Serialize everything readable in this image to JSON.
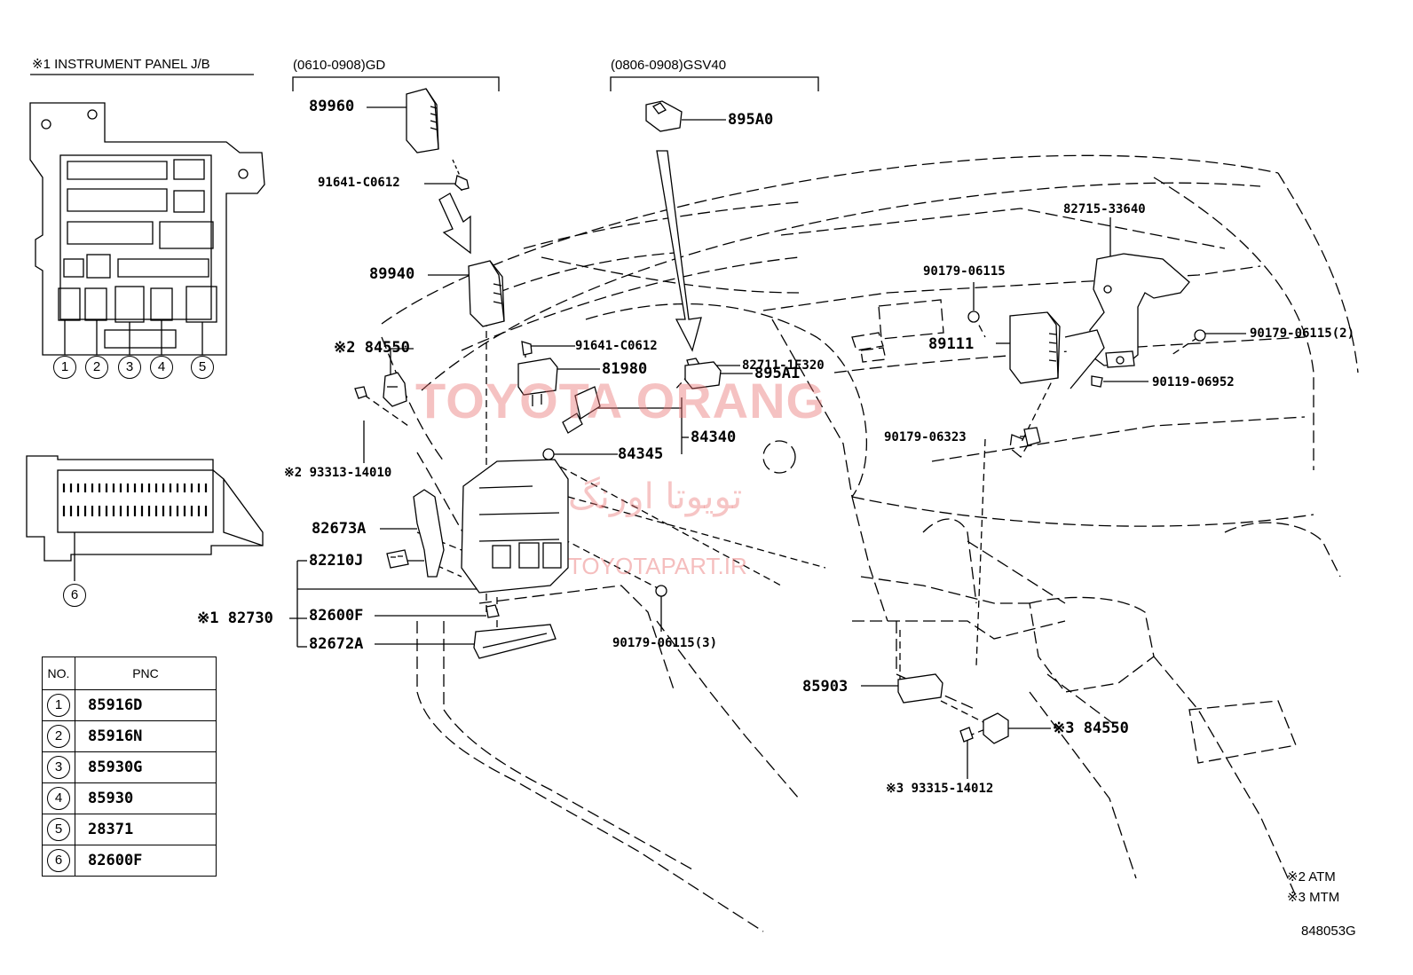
{
  "jb_title": "※1 INSTRUMENT PANEL J/B",
  "range_gd": "(0610-0908)GD",
  "range_gsv40": "(0806-0908)GSV40",
  "callouts": [
    "1",
    "2",
    "3",
    "4",
    "5",
    "6"
  ],
  "table": {
    "col_no": "NO.",
    "col_pnc": "PNC",
    "rows": [
      {
        "no": "1",
        "pnc": "85916D"
      },
      {
        "no": "2",
        "pnc": "85916N"
      },
      {
        "no": "3",
        "pnc": "85930G"
      },
      {
        "no": "4",
        "pnc": "85930"
      },
      {
        "no": "5",
        "pnc": "28371"
      },
      {
        "no": "6",
        "pnc": "82600F"
      }
    ]
  },
  "labels": {
    "p89960": "89960",
    "p91641a": "91641-C0612",
    "p89940": "89940",
    "p91641b": "91641-C0612",
    "p84550_atm": "※2 84550",
    "p93313": "※2 93313-14010",
    "p81980": "81980",
    "p84340": "84340",
    "p84345": "84345",
    "p82673a": "82673A",
    "p82210j": "82210J",
    "p82730": "※1 82730",
    "p82600f": "82600F",
    "p82672a": "82672A",
    "p90179_3": "90179-06115(3)",
    "p895a0": "895A0",
    "p82711": "82711-1E320",
    "p895a1": "895A1",
    "p90179_06323": "90179-06323",
    "p90179_06115": "90179-06115",
    "p89111": "89111",
    "p82715": "82715-33640",
    "p90179_2": "90179-06115(2)",
    "p90119": "90119-06952",
    "p85903": "85903",
    "p84550_mtm": "※3 84550",
    "p93315": "※3 93315-14012"
  },
  "legend": {
    "atm": "※2 ATM",
    "mtm": "※3 MTM"
  },
  "figure_code": "848053G",
  "watermark": {
    "en": "TOYOTA ORANG",
    "fa": "تویوتا اورنگ",
    "site": "TOYOTAPART.IR"
  }
}
